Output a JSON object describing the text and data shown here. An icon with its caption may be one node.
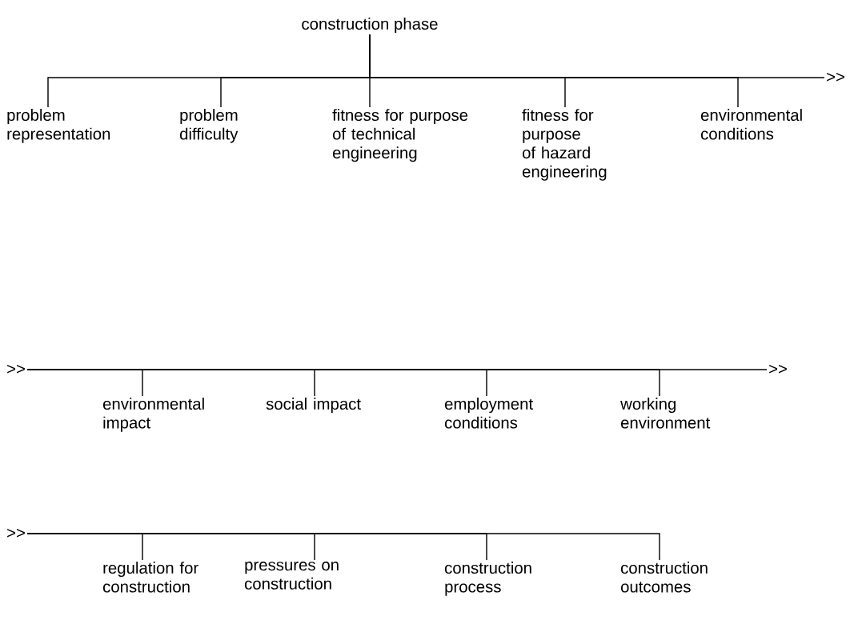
{
  "diagram": {
    "nodes": [
      {
        "text": [
          "construction phase"
        ]
      },
      {
        "text": [
          "problem representation"
        ]
      },
      {
        "text": [
          "problem difficulty"
        ]
      },
      {
        "text": [
          "fitness for purpose of technical engineering"
        ]
      },
      {
        "text": [
          "fitness for purpose of hazard engineering"
        ]
      },
      {
        "text": [
          "environmental conditions"
        ]
      },
      {
        "text": [
          ">>"
        ]
      },
      {
        "text": [
          ">>"
        ]
      },
      {
        "text": [
          "environmental impact"
        ]
      },
      {
        "text": [
          "social impact"
        ]
      },
      {
        "text": [
          "employment conditions"
        ]
      },
      {
        "text": [
          "working environment"
        ]
      },
      {
        "text": [
          ">>"
        ]
      },
      {
        "text": [
          ">>"
        ]
      },
      {
        "text": [
          "regulation for construction"
        ]
      },
      {
        "text": [
          "pressures on construction"
        ]
      },
      {
        "text": [
          "construction process"
        ]
      },
      {
        "text": [
          "construction outcomes"
        ]
      }
    ],
    "edges": [
      {
        "from": 0,
        "to": 1,
        "arrow": "none"
      },
      {
        "from": 0,
        "to": 2,
        "arrow": "none"
      },
      {
        "from": 0,
        "to": 3,
        "arrow": "none"
      },
      {
        "from": 0,
        "to": 4,
        "arrow": "none"
      },
      {
        "from": 0,
        "to": 5,
        "arrow": "none"
      },
      {
        "from": 0,
        "to": 6,
        "arrow": "none"
      },
      {
        "from": 7,
        "to": 8,
        "arrow": "none"
      },
      {
        "from": 7,
        "to": 9,
        "arrow": "none"
      },
      {
        "from": 7,
        "to": 10,
        "arrow": "none"
      },
      {
        "from": 7,
        "to": 11,
        "arrow": "none"
      },
      {
        "from": 7,
        "to": 12,
        "arrow": "none"
      },
      {
        "from": 13,
        "to": 14,
        "arrow": "none"
      },
      {
        "from": 13,
        "to": 15,
        "arrow": "none"
      },
      {
        "from": 13,
        "to": 16,
        "arrow": "none"
      },
      {
        "from": 13,
        "to": 17,
        "arrow": "none"
      }
    ]
  }
}
